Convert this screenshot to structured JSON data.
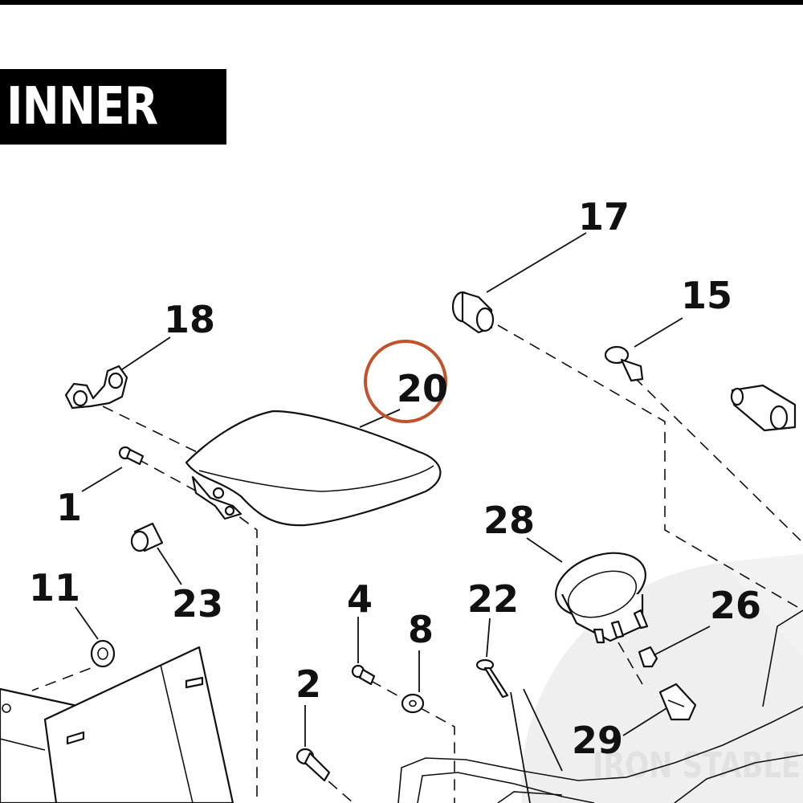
{
  "section": {
    "title": "INNER"
  },
  "callouts": {
    "p17": "17",
    "p15": "15",
    "p18": "18",
    "p20": "20",
    "p1": "1",
    "p23": "23",
    "p28": "28",
    "p11": "11",
    "p4": "4",
    "p8": "8",
    "p22": "22",
    "p26": "26",
    "p2": "2",
    "p29": "29"
  },
  "highlight": {
    "part": "20",
    "color": "#c0532d"
  },
  "watermark": {
    "text": "IRON STABLE"
  }
}
